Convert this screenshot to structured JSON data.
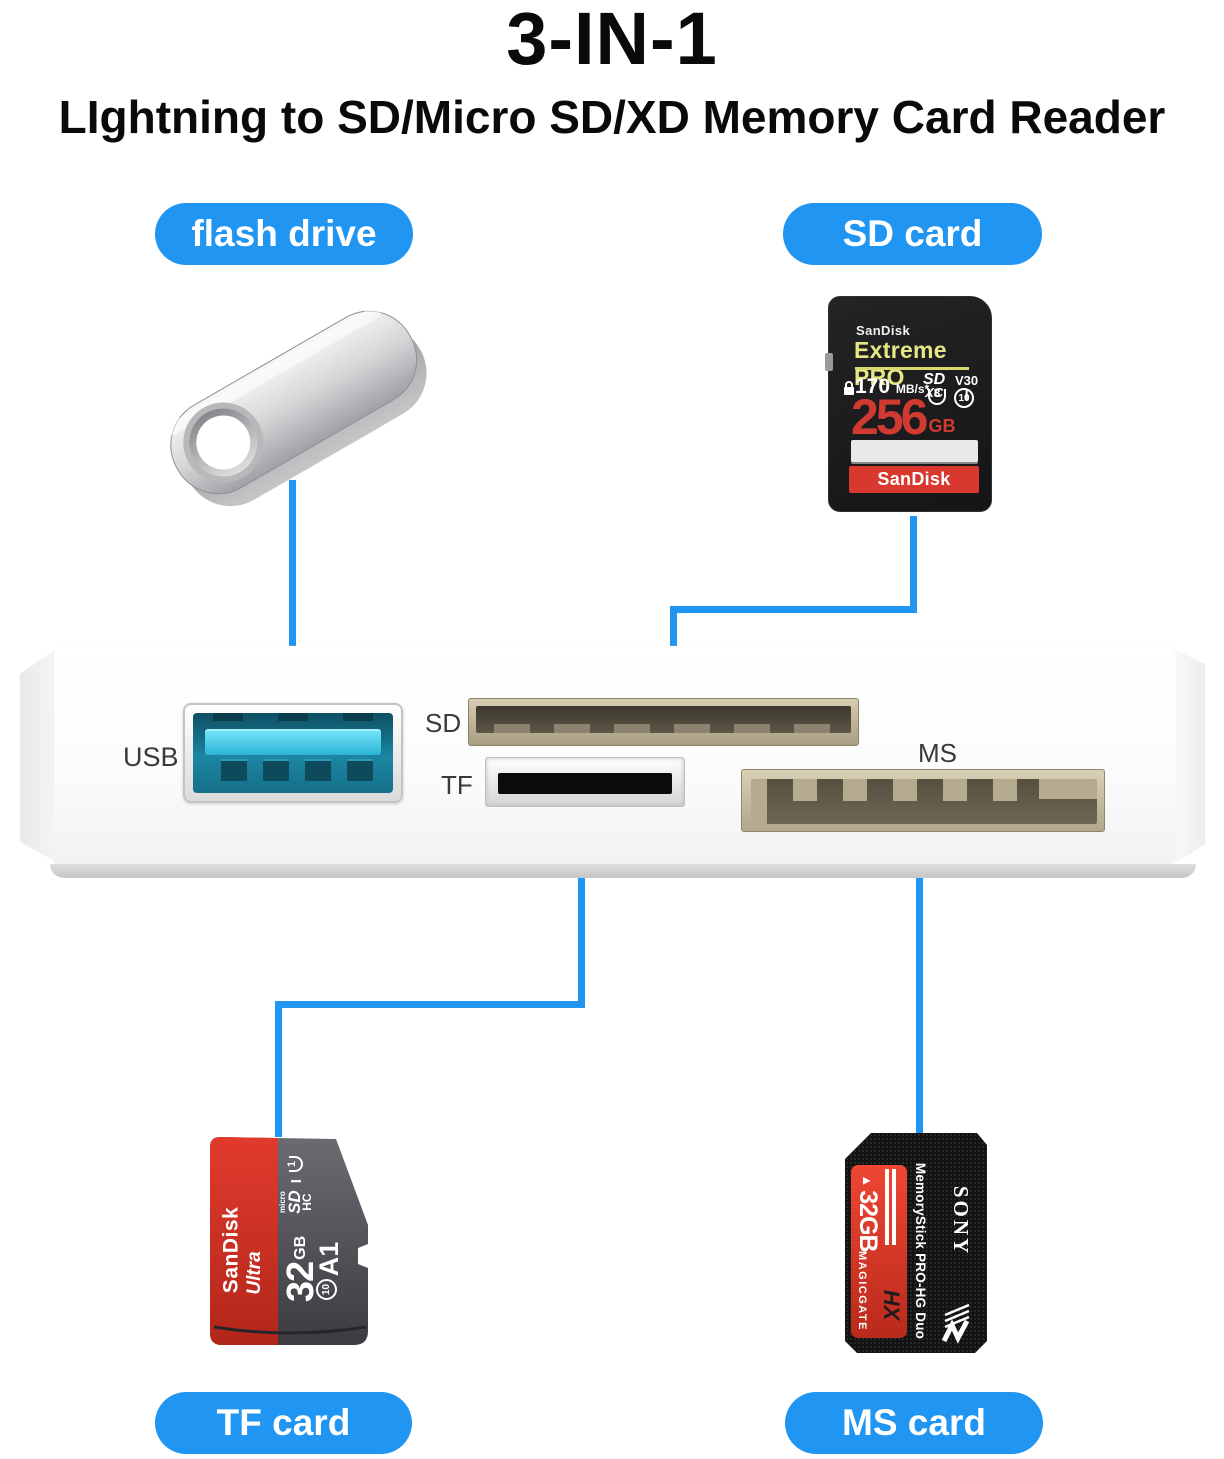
{
  "header": {
    "title": "3-IN-1",
    "subtitle": "LIghtning to SD/Micro SD/XD Memory Card Reader"
  },
  "colors": {
    "accent": "#2095F2"
  },
  "callouts": {
    "flash_drive": "flash drive",
    "sd_card": "SD card",
    "tf_card": "TF card",
    "ms_card": "MS card"
  },
  "reader": {
    "usb": "USB",
    "sd": "SD",
    "tf": "TF",
    "ms": "MS"
  },
  "sd_card": {
    "brand": "SanDisk",
    "series": "Extreme PRO",
    "speed": "170",
    "speed_unit": "MB/s*",
    "logo_top": "SD",
    "logo_bottom": "XC",
    "video_speed": "V30",
    "uhs": "I",
    "u_class": "3",
    "speed_class": "10",
    "capacity": "256",
    "capacity_unit": "GB",
    "footer_brand": "SanDisk"
  },
  "tf_card": {
    "brand": "SanDisk",
    "series": "Ultra",
    "logo_micro": "micro",
    "logo_sd": "SD",
    "logo_hc": "HC",
    "uhs": "I",
    "u_class": "1",
    "capacity": "32",
    "capacity_unit": "GB",
    "app_class": "A1",
    "speed_class": "10"
  },
  "ms_card": {
    "brand": "SONY",
    "product": "MemoryStick PRO-HG Duo",
    "capacity_arrow": "▲",
    "capacity": "32GB",
    "magicgate": "MAGICGATE",
    "model": "HX"
  }
}
